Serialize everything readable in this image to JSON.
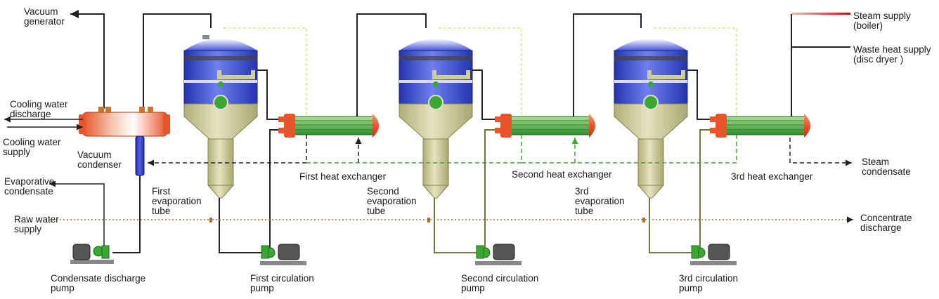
{
  "labels": {
    "vacuum_generator": "Vacuum\ngenerator",
    "cooling_water_discharge": "Cooling water\ndischarge",
    "cooling_water_supply": "Cooling water\nsupply",
    "vacuum_condenser": "Vacuum\ncondenser",
    "evaporative_condensate": "Evaporative\ncondensate",
    "raw_water_supply": "Raw water\nsupply",
    "condensate_discharge_pump": "Condensate discharge\npump",
    "first_evaporation_tube": "First\nevaporation\ntube",
    "first_heat_exchanger": "First heat exchanger",
    "first_circulation_pump": "First circulation\npump",
    "second_evaporation_tube": "Second\nevaporation\ntube",
    "second_heat_exchanger": "Second heat exchanger",
    "second_circulation_pump": "Second circulation\npump",
    "third_evaporation_tube": "3rd\nevaporation\ntube",
    "third_heat_exchanger": "3rd heat exchanger",
    "third_circulation_pump": "3rd circulation\npump",
    "steam_supply": "Steam supply\n(boiler)",
    "waste_heat_supply": "Waste heat supply\n(disc dryer )",
    "steam_condensate": "Steam\ncondensate",
    "concentrate_discharge": "Concentrate\ndischarge"
  },
  "colors": {
    "vessel_top": "#3a4fd0",
    "vessel_body": "#cfcb9a",
    "exchanger_cap": "#e8552a",
    "tubes": "#5cbf4a",
    "pipe": "#222222",
    "vapor_line": "#e6e070",
    "concentrate_line": "#b07030"
  }
}
